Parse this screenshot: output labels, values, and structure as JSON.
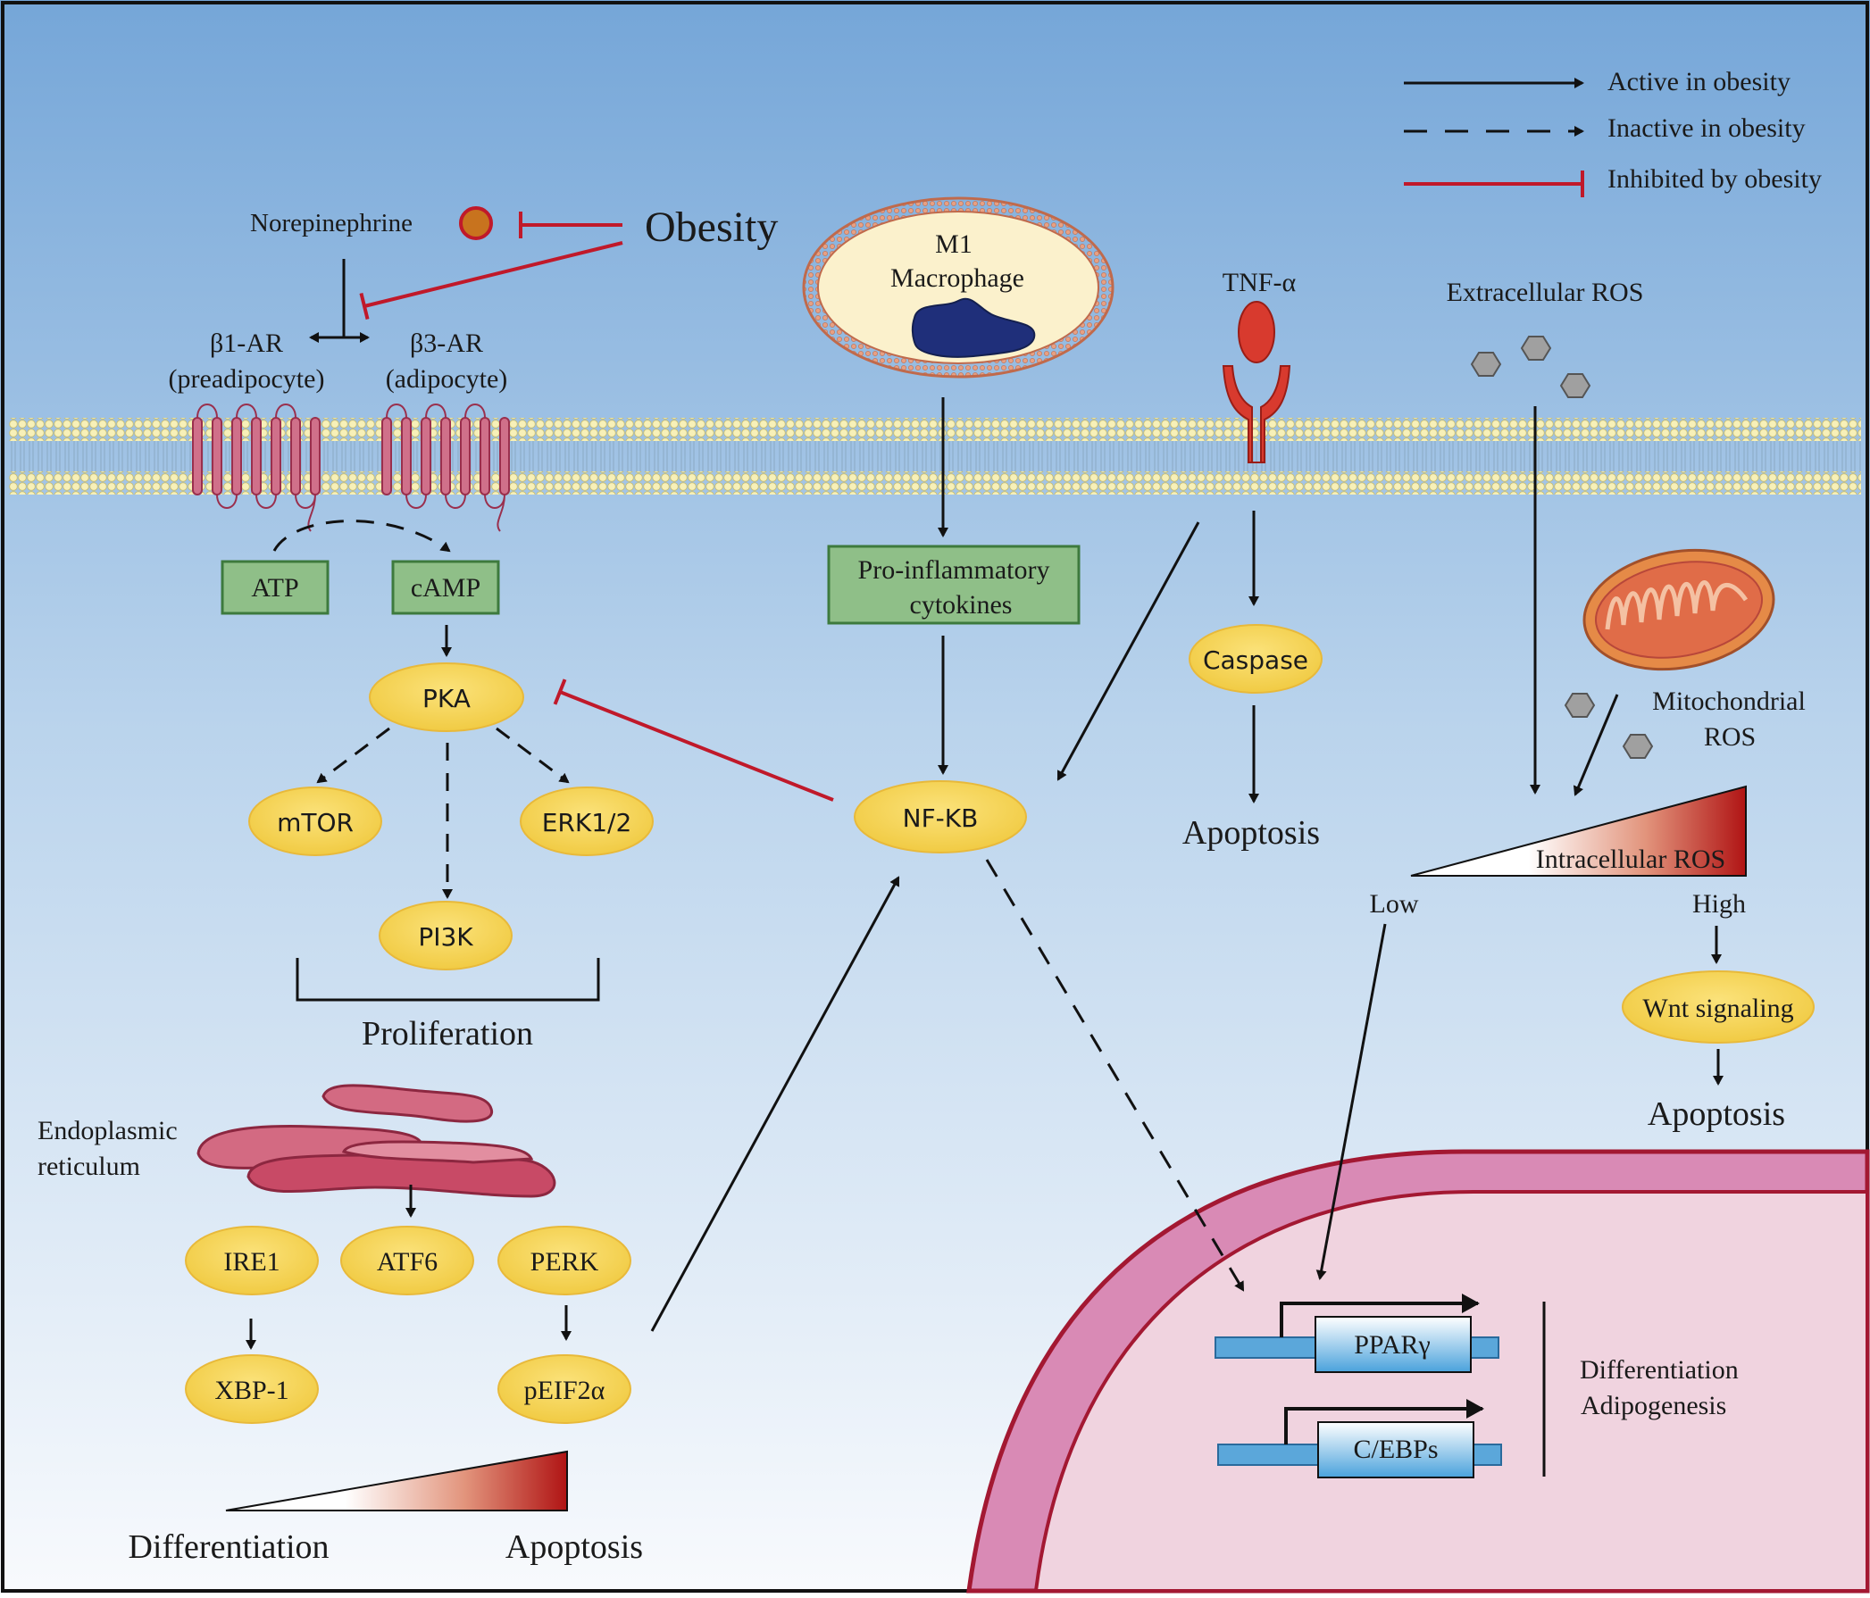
{
  "legend": {
    "active": "Active in obesity",
    "inactive": "Inactive in obesity",
    "inhibited": "Inhibited by obesity"
  },
  "labels": {
    "norepinephrine": "Norepinephrine",
    "obesity": "Obesity",
    "b1ar": "β1-AR",
    "b1ar_sub": "(preadipocyte)",
    "b3ar": "β3-AR",
    "b3ar_sub": "(adipocyte)",
    "m1_line1": "M1",
    "m1_line2": "Macrophage",
    "tnf": "TNF-α",
    "extracellular_ros": "Extracellular ROS",
    "mito_ros_line1": "Mitochondrial",
    "mito_ros_line2": "ROS",
    "intracellular_ros": "Intracellular ROS",
    "low": "Low",
    "high": "High",
    "proliferation": "Proliferation",
    "er_line1": "Endoplasmic",
    "er_line2": "reticulum",
    "apoptosis_tnf": "Apoptosis",
    "apoptosis_wnt": "Apoptosis",
    "apoptosis_er": "Apoptosis",
    "differentiation": "Differentiation",
    "diff_line1": "Differentiation",
    "diff_line2": "Adipogenesis"
  },
  "boxes": {
    "atp": "ATP",
    "camp": "cAMP",
    "cytokines_line1": "Pro-inflammatory",
    "cytokines_line2": "cytokines"
  },
  "nodes": {
    "pka": "PKA",
    "mtor": "mTOR",
    "erk": "ERK1/2",
    "pi3k": "PI3K",
    "nfkb": "NF-KB",
    "caspase": "Caspase",
    "wnt": "Wnt signaling",
    "ire1": "IRE1",
    "atf6": "ATF6",
    "perk": "PERK",
    "xbp1": "XBP-1",
    "peif2a": "pEIF2α"
  },
  "genes": {
    "ppar": "PPARγ",
    "cebp": "C/EBPs"
  },
  "colors": {
    "background_top": "#7aaad8",
    "background_bottom": "#f7f9fc",
    "node_fill": "#f2d24e",
    "node_stroke": "#e8b93a",
    "box_fill": "#8fbf88",
    "box_stroke": "#3d7a3d",
    "inhibit_red": "#c0192a",
    "nucleus_fill": "#efd0dc",
    "nucleus_membrane": "#d987b0",
    "gene_blue": "#5ba7da"
  }
}
